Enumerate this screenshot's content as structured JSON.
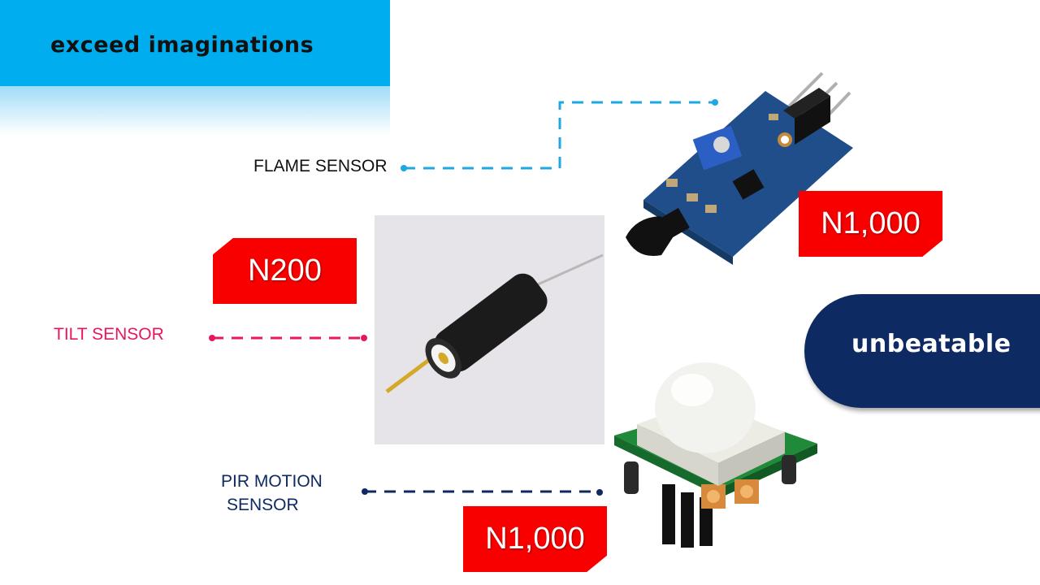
{
  "banner": {
    "title": "exceed imaginations",
    "color": "#00aeef"
  },
  "callout": {
    "text": "unbeatable",
    "color": "#0d2a63"
  },
  "products": [
    {
      "label": "FLAME SENSOR",
      "price": "N1,000",
      "color": "#1ea7e1"
    },
    {
      "label": "TILT SENSOR",
      "price": "N200",
      "color": "#e8175d"
    },
    {
      "label_line1": "PIR MOTION",
      "label_line2": "SENSOR",
      "price": "N1,000",
      "color": "#0d2a63"
    }
  ],
  "price_tag_color": "#f80000"
}
